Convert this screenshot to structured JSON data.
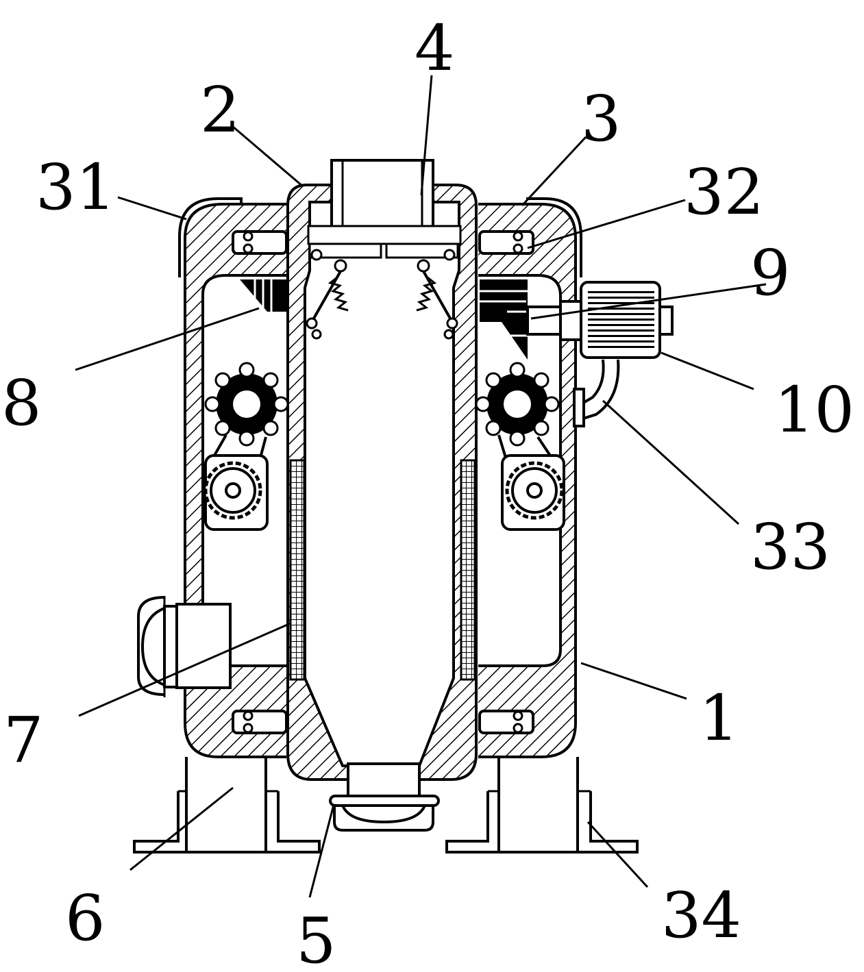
{
  "labels": {
    "l1": "1",
    "l2": "2",
    "l3": "3",
    "l4": "4",
    "l5": "5",
    "l6": "6",
    "l7": "7",
    "l8": "8",
    "l9": "9",
    "l10": "10",
    "l31": "31",
    "l32": "32",
    "l33": "33",
    "l34": "34"
  }
}
